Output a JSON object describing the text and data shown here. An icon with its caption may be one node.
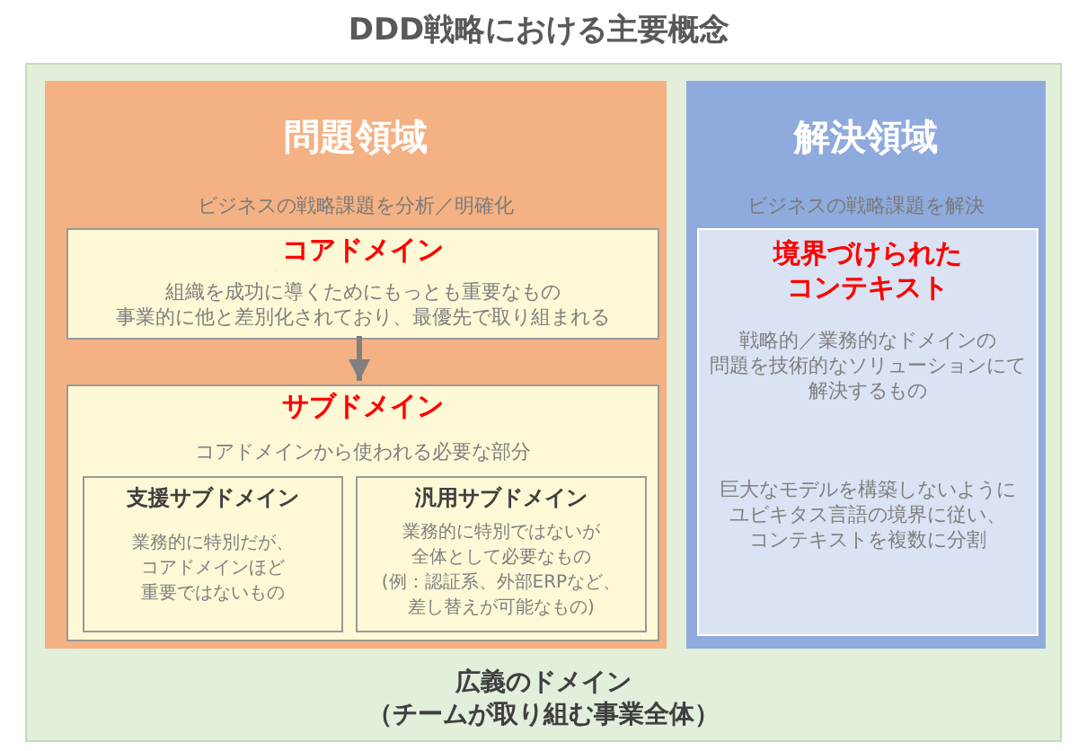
{
  "diagram": {
    "title": "DDD戦略における主要概念",
    "nodes": [
      {
        "text": [
          "広義のドメイン（チームが取り組む事業全体）"
        ]
      },
      {
        "text": [
          "問題領域",
          "ビジネスの戦略課題を分析／明確化"
        ],
        "in": 0
      },
      {
        "text": [
          "コアドメイン",
          "組織を成功に導くためにもっとも重要なもの事業的に他と差別化されており、最優先で取り組まれる"
        ],
        "in": 1
      },
      {
        "text": [
          "サブドメイン",
          "コアドメインから使われる必要な部分"
        ],
        "in": 1
      },
      {
        "text": [
          "支援サブドメイン",
          "業務的に特別だが、コアドメインほど重要ではないもの"
        ],
        "in": 3
      },
      {
        "text": [
          "汎用サブドメイン",
          "業務的に特別ではないが全体として必要なもの(例：認証系、外部ERPなど、差し替えが可能なもの)"
        ],
        "in": 3
      },
      {
        "text": [
          "解決領域",
          "ビジネスの戦略課題を解決"
        ],
        "in": 0
      },
      {
        "text": [
          "境界づけられたコンテキスト",
          "戦略的／業務的なドメインの問題を技術的なソリューションにて解決するもの",
          "巨大なモデルを構築しないようにユビキタス言語の境界に従い、コンテキストを複数に分割"
        ],
        "in": 6
      }
    ],
    "edges": [
      {
        "from": 2,
        "to": 3,
        "arrow": "to"
      }
    ]
  }
}
